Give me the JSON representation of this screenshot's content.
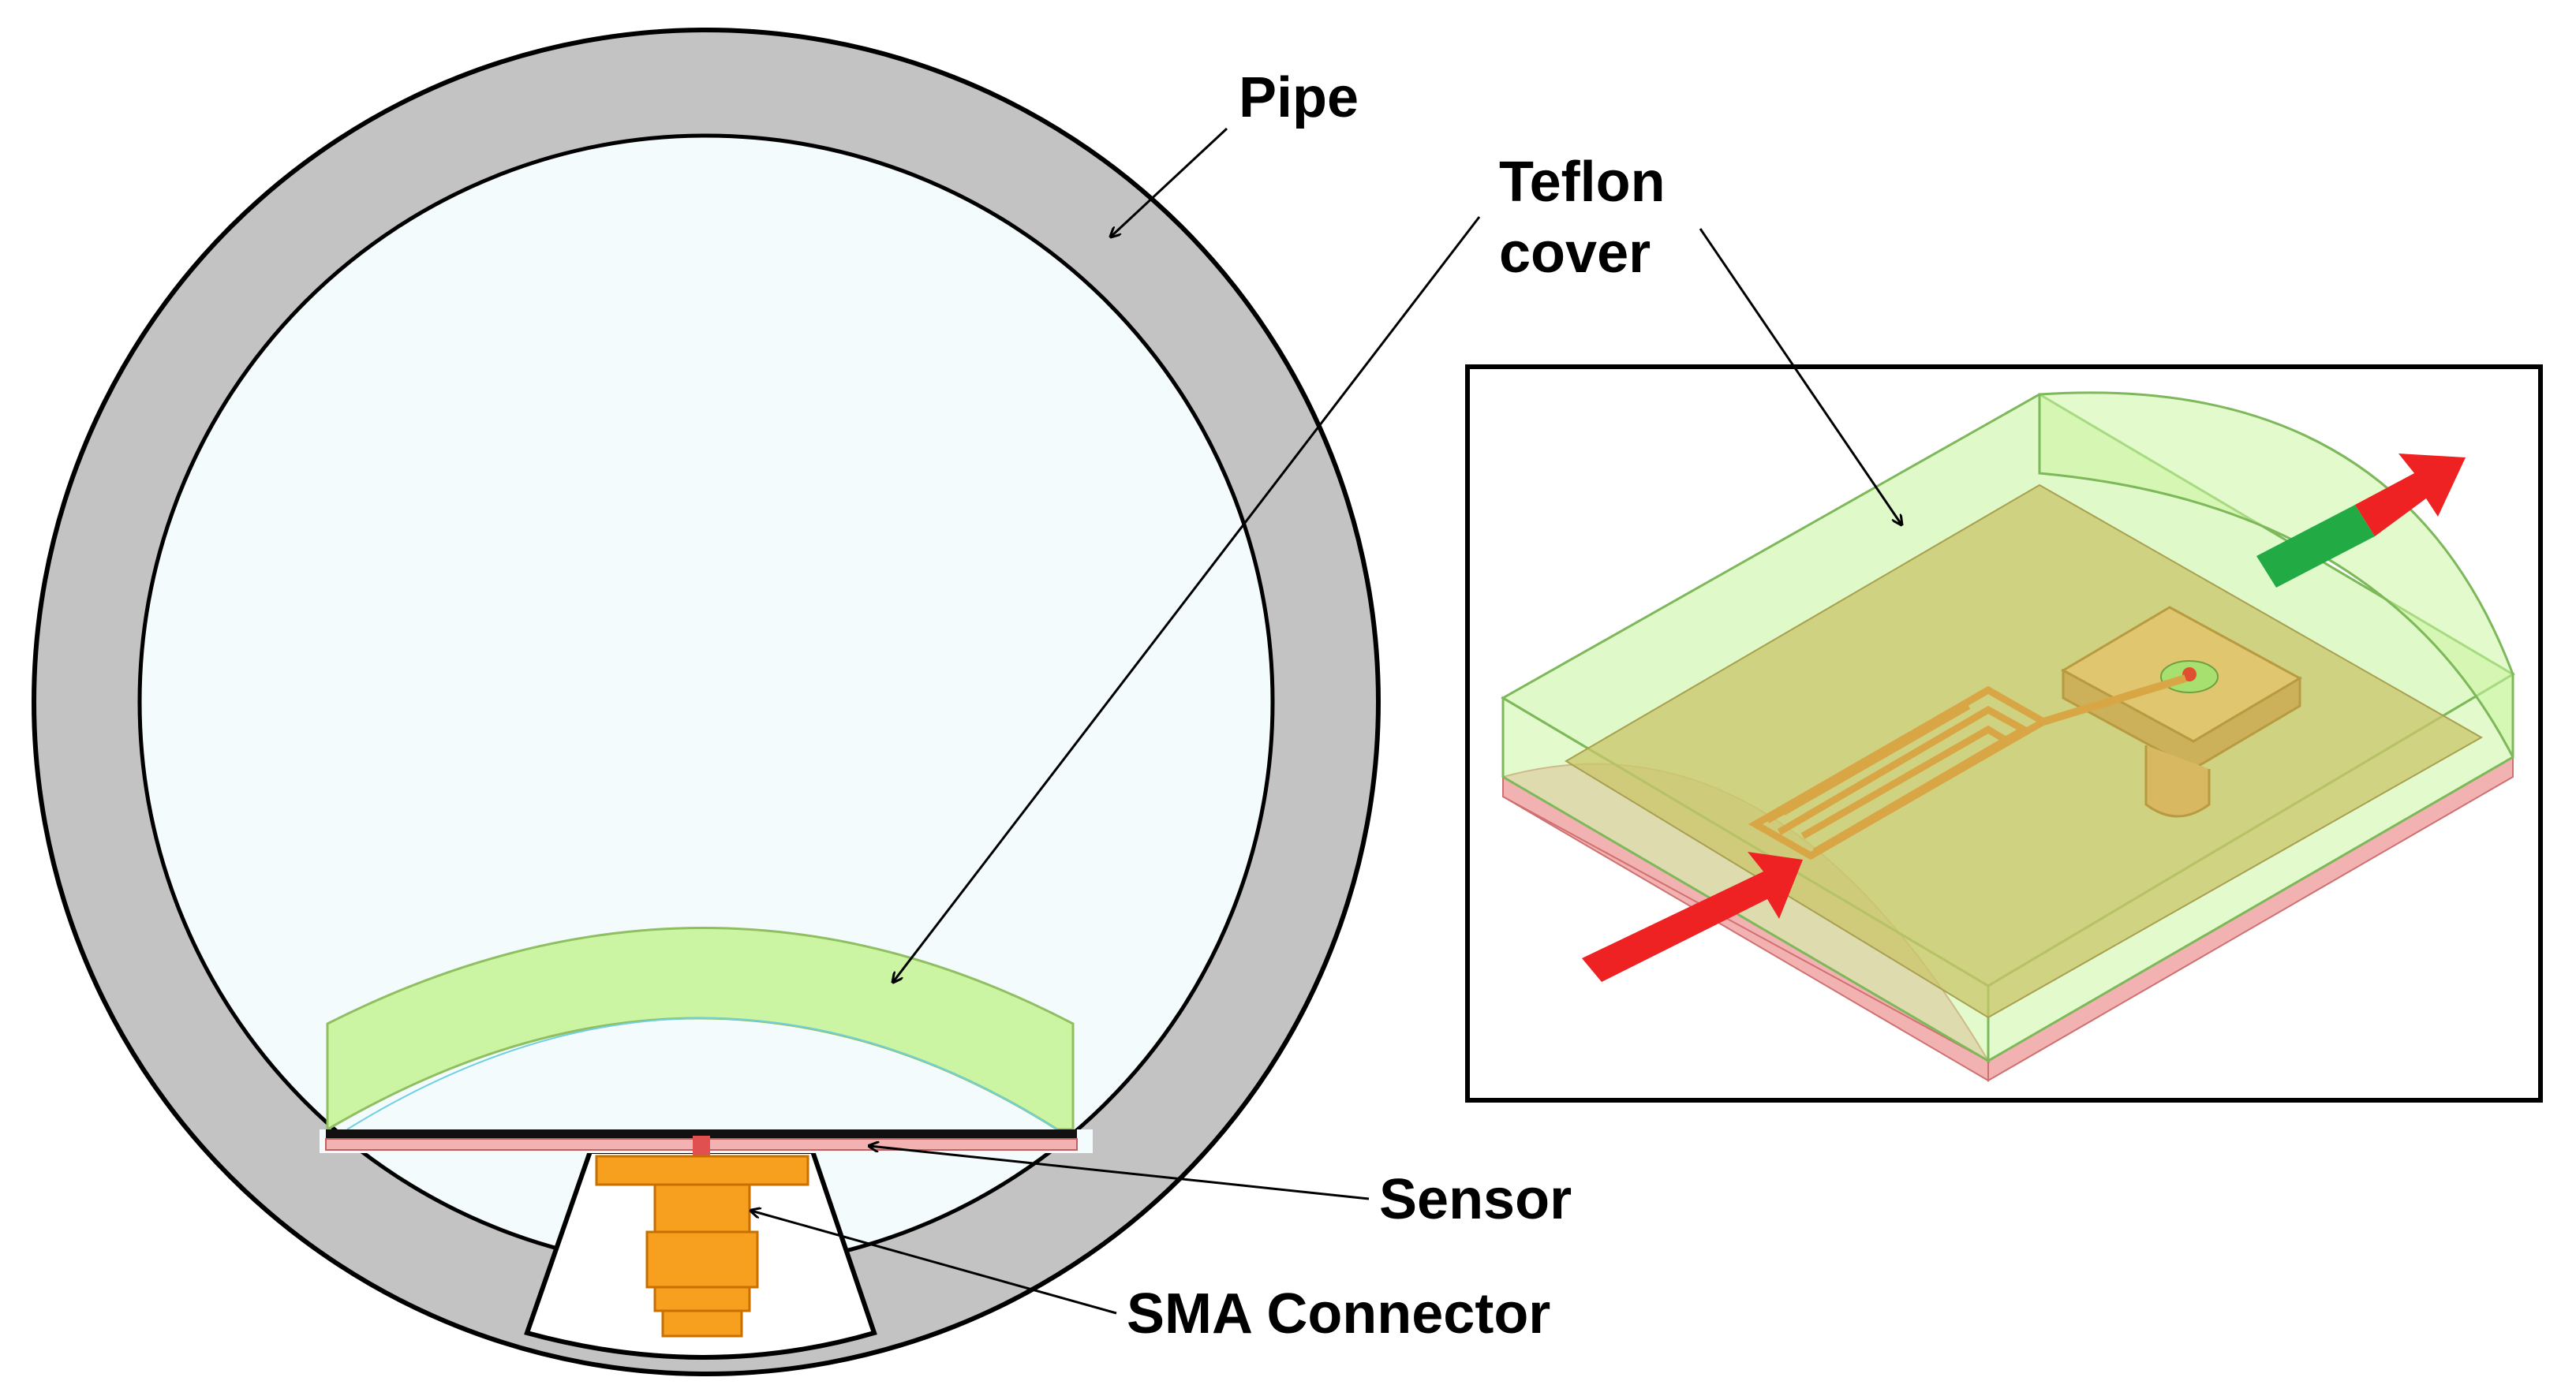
{
  "labels": {
    "pipe": "Pipe",
    "teflon_line1": "Teflon",
    "teflon_line2": "cover",
    "sensor": "Sensor",
    "sma": "SMA Connector"
  },
  "colors": {
    "pipe_wall": "#c3c3c3",
    "pipe_interior": "#f3fbfd",
    "teflon_cover": "#ccf5a3",
    "teflon_edge": "#9ccf6e",
    "substrate": "#f2b2b2",
    "sensor_trace": "#d9a646",
    "connector": "#f7a020",
    "flow_arrow": "#ee2222",
    "flow_arrow_out": "#22aa44",
    "outline": "#000000"
  },
  "icons": {
    "flow_in": "red-arrow-icon",
    "flow_out": "red-green-arrow-icon"
  }
}
